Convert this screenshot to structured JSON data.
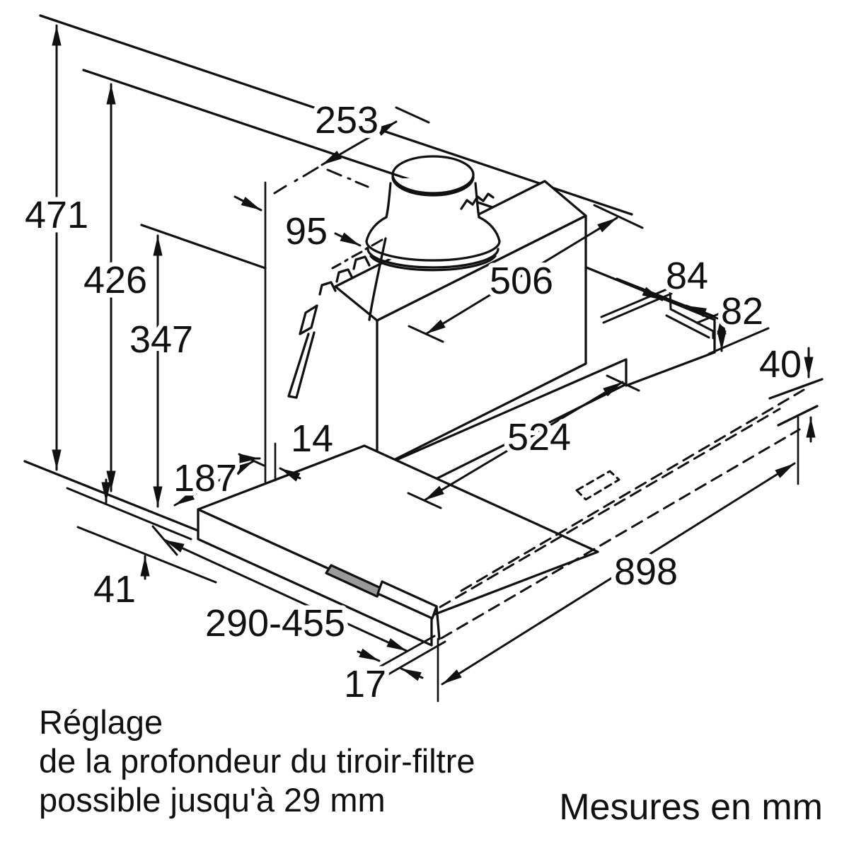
{
  "labels": {
    "d471": "471",
    "d426": "426",
    "d347": "347",
    "d253": "253",
    "d95": "95",
    "d506": "506",
    "d84": "84",
    "d82": "82",
    "d40": "40",
    "d524": "524",
    "d14": "14",
    "d187": "187",
    "d41": "41",
    "d290455": "290-455",
    "d17": "17",
    "d898": "898"
  },
  "caption": {
    "line1": "Réglage",
    "line2": "de la profondeur du tiroir-filtre",
    "line3": "possible jusqu'à 29 mm"
  },
  "units_note": "Mesures en mm",
  "colors": {
    "line": "#111111",
    "handle": "#9a9a9a",
    "background": "#ffffff"
  }
}
